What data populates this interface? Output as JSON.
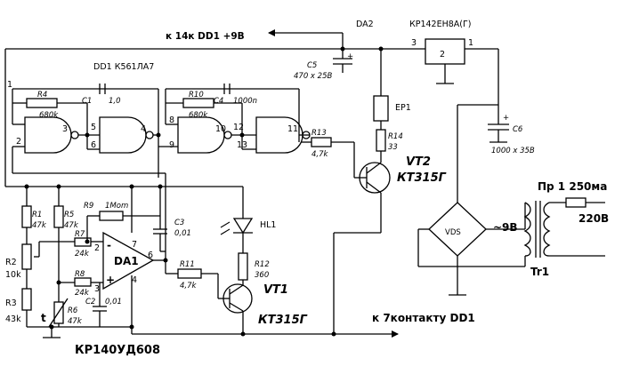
{
  "labels": {
    "supply": "к 14к  DD1 +9В",
    "da2": "DA2",
    "da2_part": "КР142ЕН8А(Г)",
    "pin3": "3",
    "pin2": "2",
    "pin1": "1",
    "dd1": "DD1 К561ЛА7",
    "c5": "C5",
    "c5_val": "470 х 25В",
    "r4": "R4",
    "r4_val": "680k",
    "c1": "C1",
    "c1_val": "1,0",
    "r10": "R10",
    "r10_val": "680k",
    "c4": "C4",
    "c4_val": "1000n",
    "ep1": "EP1",
    "r14": "R14",
    "r14_val": "33",
    "c6": "C6",
    "c6_val": "1000 х 35В",
    "r13": "R13",
    "r13_val": "4,7k",
    "vt2": "VT2",
    "vt2_part": "КТ315Г",
    "fuse": "Пр 1 250ма",
    "mains": "220В",
    "vds": "VDS",
    "v9": "~9В",
    "tr1": "Tr1",
    "r1": "R1",
    "r1_val": "47k",
    "r5": "R5",
    "r5_val": "47k",
    "r9": "R9",
    "r9_val": "1Mom",
    "c3": "C3",
    "c3_val": "0,01",
    "hl1": "HL1",
    "r2": "R2",
    "r2_val": "10k",
    "r7": "R7",
    "r7_val": "24k",
    "da1": "DA1",
    "r8": "R8",
    "r8_val": "24k",
    "r11": "R11",
    "r11_val": "4,7k",
    "r12": "R12",
    "r12_val": "360",
    "vt1": "VT1",
    "vt1_part": "КТ315Г",
    "r3": "R3",
    "r3_val": "43k",
    "r6": "R6",
    "r6_val": "47k",
    "c2": "C2",
    "c2_val": "0,01",
    "t": "t",
    "opamp_part": "КР140УД608",
    "to_dd1_pin7": "к 7контакту DD1",
    "g1_in1": "1",
    "g1_in2": "2",
    "g1_out": "3",
    "g2_in1": "5",
    "g2_in2": "6",
    "g2_out": "4",
    "g3_in1": "8",
    "g3_in2": "9",
    "g3_out": "10",
    "g4_in1": "12",
    "g4_in2": "13",
    "g4_out": "11",
    "op_in_neg": "2",
    "op_in_pos": "3",
    "op_pin7": "7",
    "op_pin4": "4",
    "op_out": "6",
    "op_minus": "-",
    "op_plus": "+",
    "c5_plus": "+",
    "c6_plus": "+"
  }
}
